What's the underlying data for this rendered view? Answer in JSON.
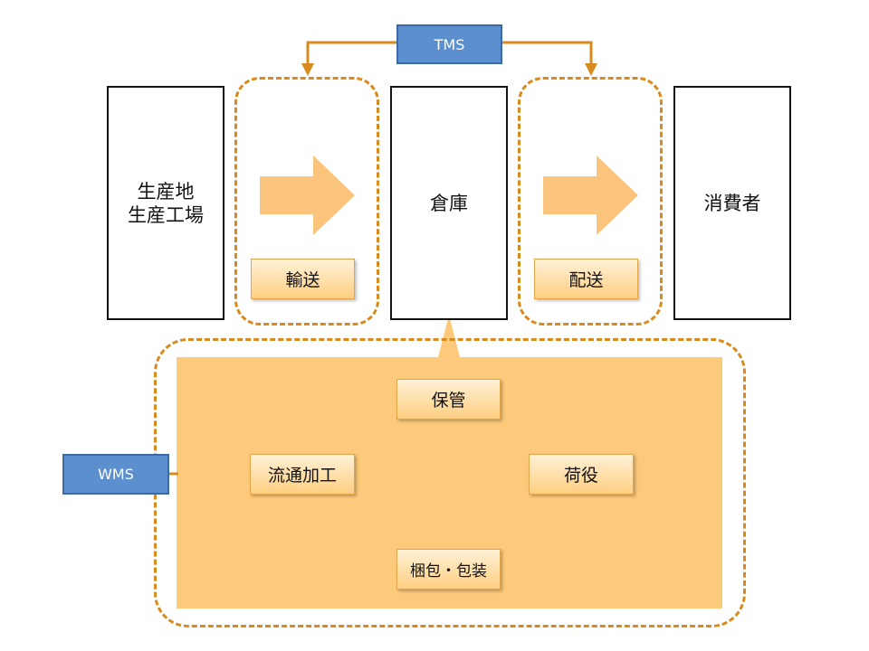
{
  "systems": {
    "tms": "TMS",
    "wms": "WMS"
  },
  "nodes": {
    "origin_line1": "生産地",
    "origin_line2": "生産工場",
    "warehouse": "倉庫",
    "consumer": "消費者"
  },
  "flows": {
    "transport": "輸送",
    "delivery": "配送"
  },
  "warehouse_functions": {
    "storage": "保管",
    "processing": "流通加工",
    "cargo_handling": "荷役",
    "packaging": "梱包・包装"
  },
  "colors": {
    "dash_orange": "#d88a1c",
    "system_blue": "#5b8fce",
    "arrow_fill": "#fbc47c",
    "area_fill": "#fdc97a"
  }
}
